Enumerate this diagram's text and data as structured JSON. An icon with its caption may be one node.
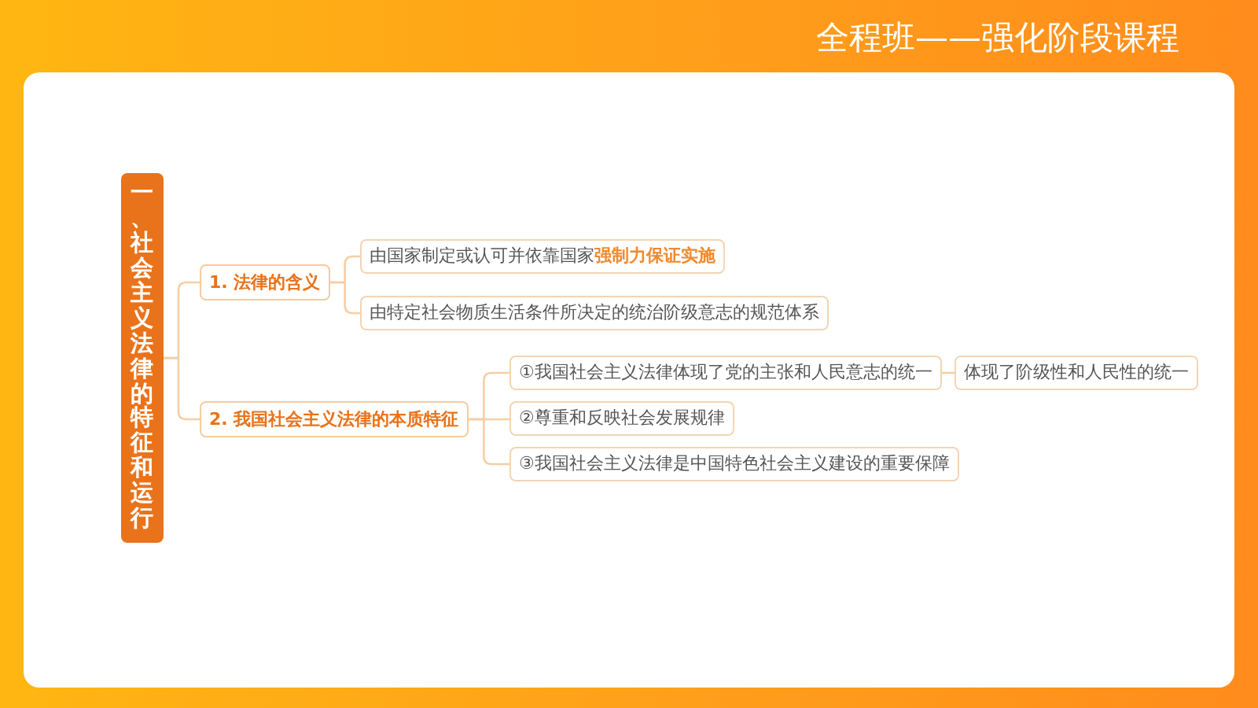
{
  "diagram": {
    "title": "全程班——强化阶段课程",
    "nodes": [
      {
        "text": [
          "一、社会主义法律的特征和运行"
        ]
      },
      {
        "text": [
          "1. 法律的含义"
        ]
      },
      {
        "text": [
          "由国家制定或认可并依靠国家**强制力保证实施**"
        ]
      },
      {
        "text": [
          "由特定社会物质生活条件所决定的统治阶级意志的规范体系"
        ]
      },
      {
        "text": [
          "2. 我国社会主义法律的本质特征"
        ]
      },
      {
        "text": [
          "①我国社会主义法律体现了党的主张和人民意志的统一"
        ]
      },
      {
        "text": [
          "体现了阶级性和人民性的统一"
        ]
      },
      {
        "text": [
          "②尊重和反映社会发展规律"
        ]
      },
      {
        "text": [
          "③我国社会主义法律是中国特色社会主义建设的重要保障"
        ]
      }
    ],
    "edges": [
      {
        "from": 0,
        "to": 1,
        "arrow": "none"
      },
      {
        "from": 0,
        "to": 4,
        "arrow": "none"
      },
      {
        "from": 1,
        "to": 2,
        "arrow": "none"
      },
      {
        "from": 1,
        "to": 3,
        "arrow": "none"
      },
      {
        "from": 4,
        "to": 5,
        "arrow": "none"
      },
      {
        "from": 4,
        "to": 7,
        "arrow": "none"
      },
      {
        "from": 4,
        "to": 8,
        "arrow": "none"
      },
      {
        "from": 5,
        "to": 6,
        "arrow": "none"
      }
    ]
  }
}
